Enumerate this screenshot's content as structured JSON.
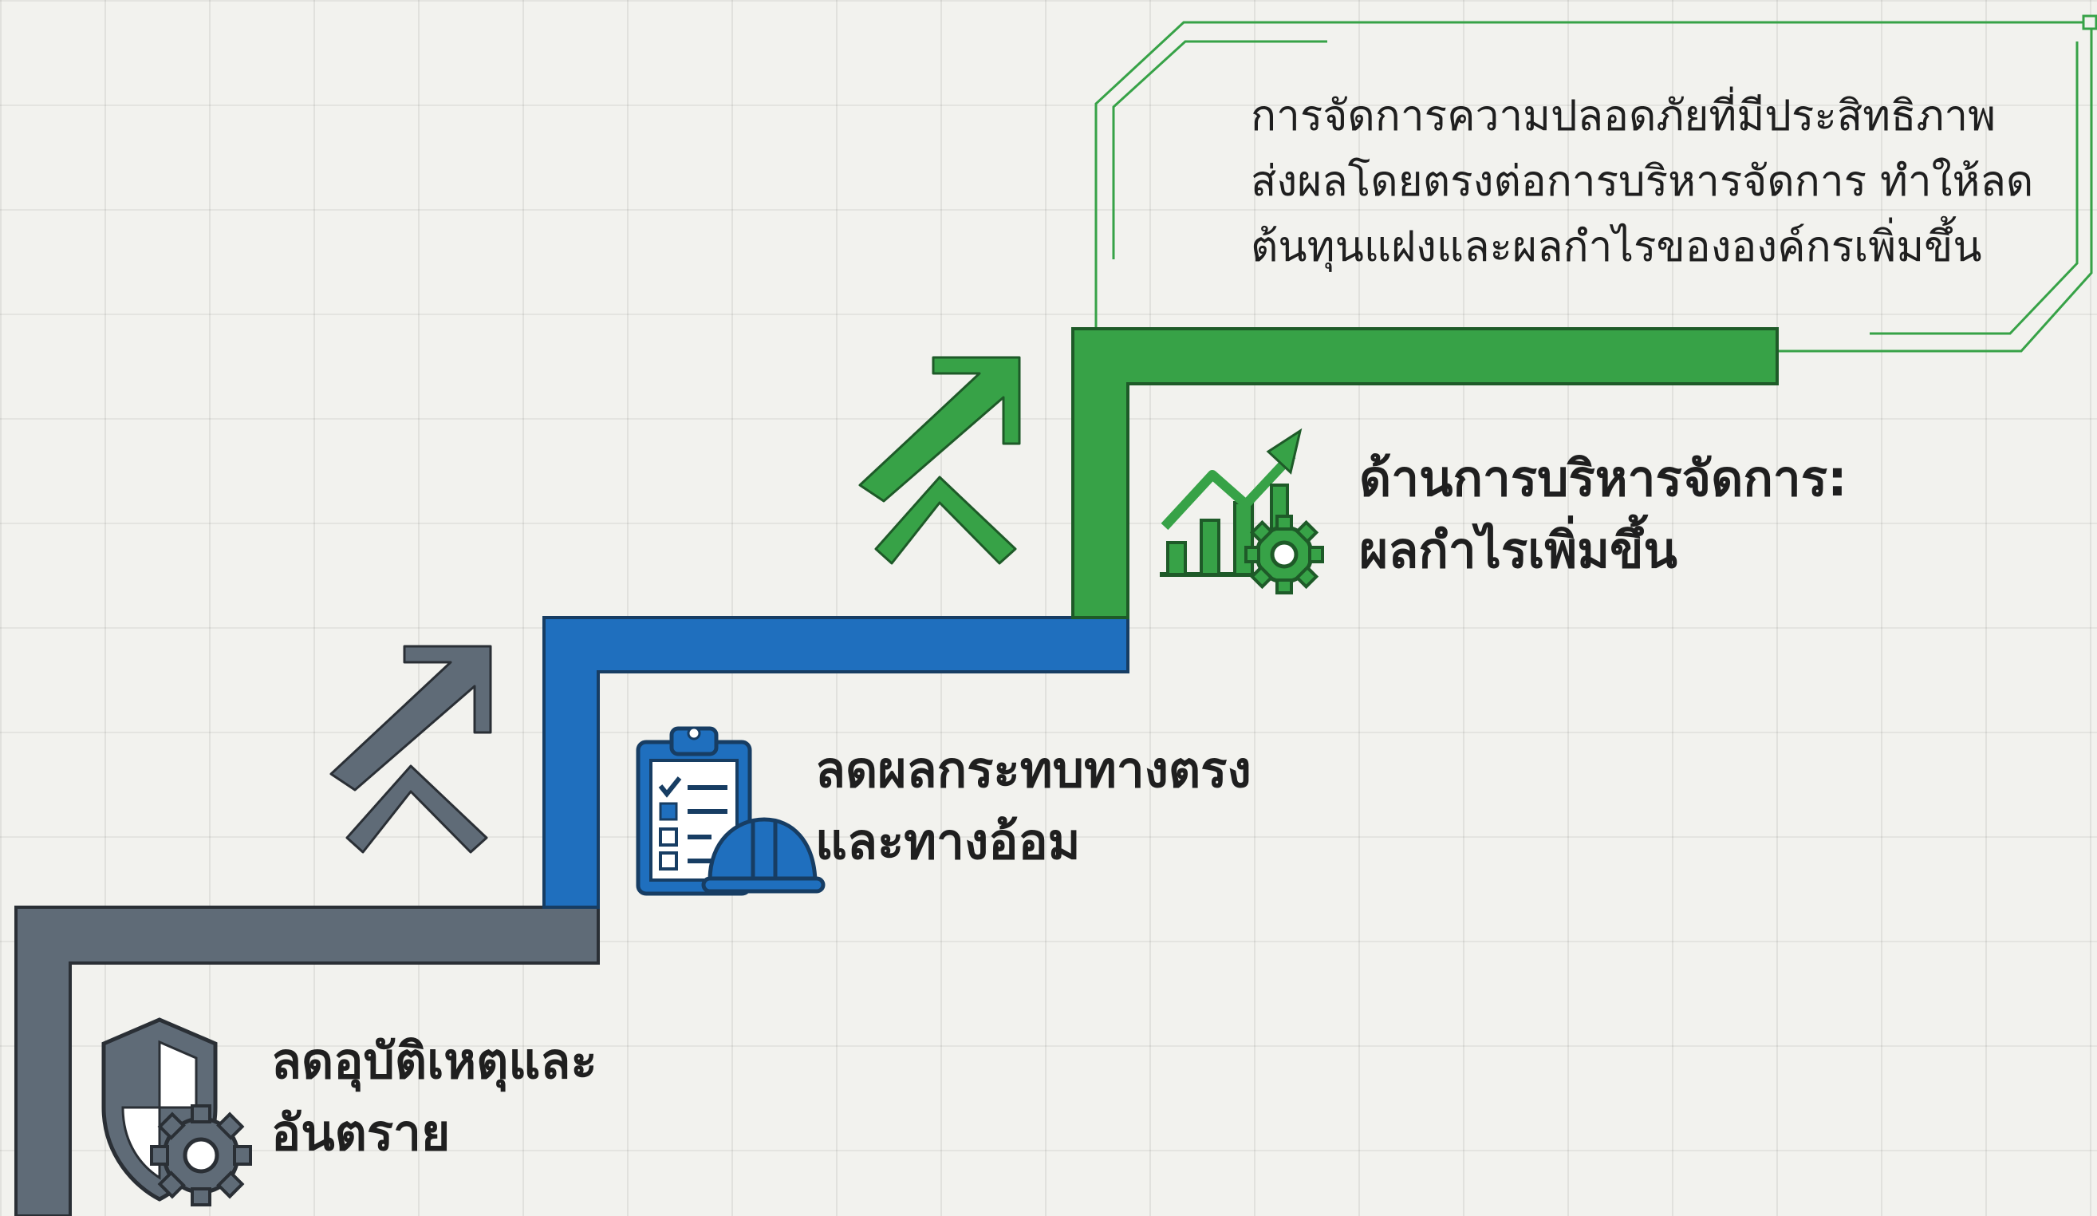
{
  "steps": [
    {
      "id": "step-1",
      "icon": "shield-gear-icon",
      "color": "#5f6b77",
      "label_lines": [
        "ลดอุบัติเหตุและ",
        "อันตราย"
      ]
    },
    {
      "id": "step-2",
      "icon": "checklist-hardhat-icon",
      "color": "#1f6fbe",
      "label_lines": [
        "ลดผลกระทบทางตรง",
        "และทางอ้อม"
      ]
    },
    {
      "id": "step-3",
      "icon": "growth-chart-gear-icon",
      "color": "#37a247",
      "label_lines": [
        "ด้านการบริหารจัดการ:",
        "ผลกำไรเพิ่มขึ้น"
      ]
    }
  ],
  "callout": {
    "lines": [
      "การจัดการความปลอดภัยที่มีประสิทธิภาพ",
      "ส่งผลโดยตรงต่อการบริหารจัดการ ทำให้ลด",
      "ต้นทุนแฝงและผลกำไรขององค์กรเพิ่มขึ้น"
    ],
    "border_color": "#37a247"
  },
  "arrow_icons": [
    {
      "name": "up-arrow-icon",
      "color": "#5f6b77"
    },
    {
      "name": "up-arrow-icon",
      "color": "#37a247"
    }
  ]
}
